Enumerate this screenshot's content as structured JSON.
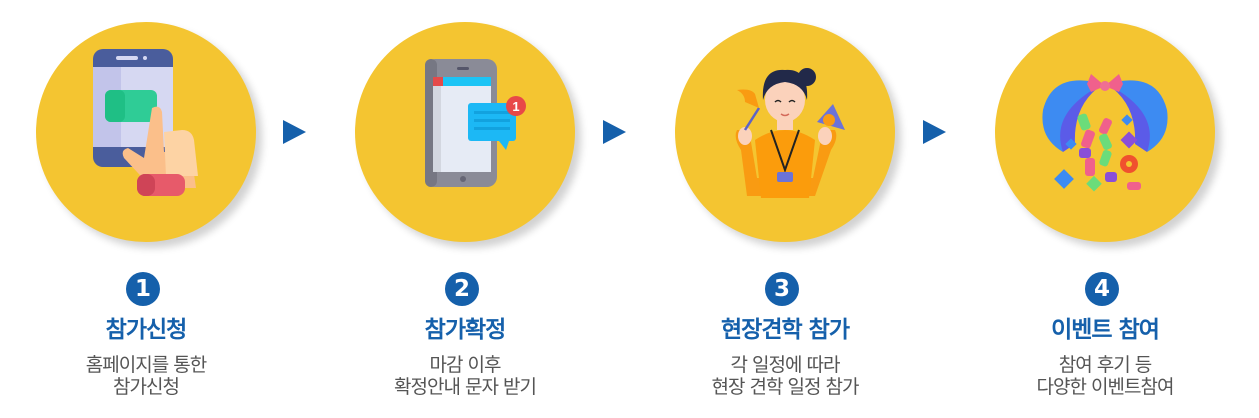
{
  "colors": {
    "circle": "#f4c531",
    "accent": "#1560ab",
    "text": "#555555"
  },
  "steps": [
    {
      "number": "1",
      "title": "참가신청",
      "desc": [
        "홈페이지를 통한",
        "참가신청"
      ],
      "icon": "phone-tap-icon"
    },
    {
      "number": "2",
      "title": "참가확정",
      "desc": [
        "마감 이후",
        "확정안내 문자 받기"
      ],
      "icon": "phone-message-icon"
    },
    {
      "number": "3",
      "title": "현장견학 참가",
      "desc": [
        "각 일정에 따라",
        "현장 견학 일정 참가"
      ],
      "icon": "guide-person-icon"
    },
    {
      "number": "4",
      "title": "이벤트 참여",
      "desc": [
        "참여 후기 등",
        "다양한 이벤트참여"
      ],
      "icon": "confetti-gift-icon"
    }
  ],
  "arrows": [
    "next-arrow-icon",
    "next-arrow-icon",
    "next-arrow-icon"
  ]
}
